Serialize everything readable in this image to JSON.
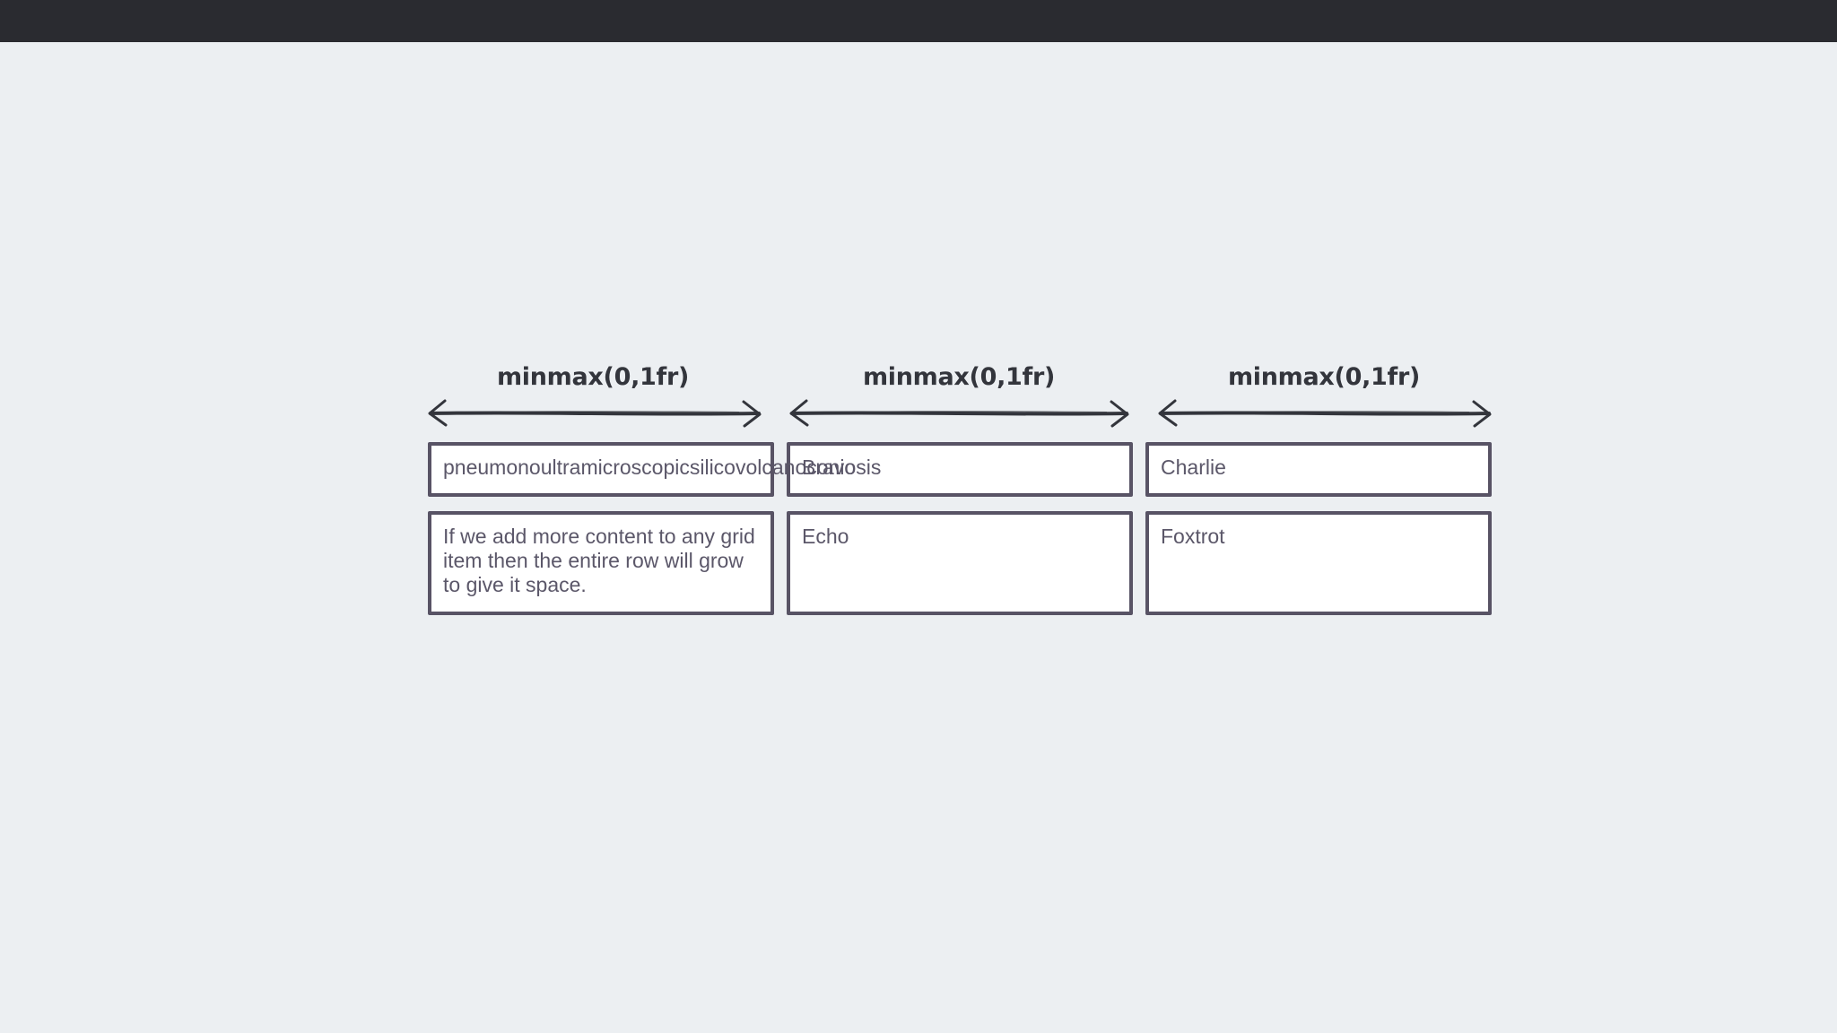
{
  "columns": [
    {
      "label": "minmax(0,1fr)"
    },
    {
      "label": "minmax(0,1fr)"
    },
    {
      "label": "minmax(0,1fr)"
    }
  ],
  "cells": {
    "a": "pneumonoultramicroscopicsilicovolcanoconiosis",
    "b": "Bravo",
    "c": "Charlie",
    "d": "If we add more content to any grid item then the entire row will grow to give it space.",
    "e": "Echo",
    "f": "Foxtrot"
  },
  "colors": {
    "background": "#eceff2",
    "topbar": "#2a2b30",
    "border": "#585365",
    "text": "#5b5769",
    "arrow": "#33353c"
  }
}
